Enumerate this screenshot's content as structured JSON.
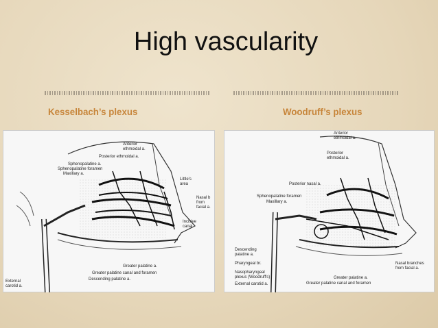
{
  "slide": {
    "title": "High vascularity"
  },
  "left": {
    "heading": "Kesselbach’s plexus",
    "labels": {
      "anterior_ethmoidal": "Anterior",
      "anterior_ethmoidal_2": "ethmoidal a.",
      "posterior_ethmoidal": "Posterior ethmoidal a.",
      "sphenopalatine": "Sphenopalatine a.",
      "sphenopalatine_foramen": "Sphenopalatine foramen",
      "maxillary": "Maxillary a.",
      "littles": "Little's",
      "littles_2": "area",
      "nasal": "Nasal b",
      "nasal_2": "from",
      "nasal_3": "facial a.",
      "incisive": "Incisive",
      "incisive_2": "canal",
      "external_carotid": "External",
      "external_carotid_2": "carotid a.",
      "greater_palatine": "Greater palatine a.",
      "greater_palatine_canal": "Greater palatine canal and foramen",
      "descending_palatine": "Descending palatine a."
    }
  },
  "right": {
    "heading": "Woodruff’s plexus",
    "labels": {
      "anterior_ethmoidal": "Anterior",
      "anterior_ethmoidal_2": "ethmoidal a.",
      "posterior_ethmoidal": "Posterior",
      "posterior_ethmoidal_2": "ethmoidal a.",
      "posterior_nasal": "Posterior nasal a.",
      "sphenopalatine_foramen": "Sphenopalatine foramen",
      "maxillary": "Maxillary a.",
      "descending_palatine": "Descending",
      "descending_palatine_2": "palatine a.",
      "pharyngeal": "Pharyngeal br.",
      "nasopharyngeal": "Nasopharyngeal",
      "nasopharyngeal_2": "plexus (Woodruff's)",
      "external_carotid": "External carotid a.",
      "nasal_branches": "Nasal branches",
      "nasal_branches_2": "from facial a.",
      "greater_palatine": "Greater palatine a.",
      "greater_palatine_canal": "Greater palatine canal and foramen"
    }
  },
  "colors": {
    "background": "#e9dcc2",
    "heading": "#c7853a",
    "title": "#111111"
  }
}
